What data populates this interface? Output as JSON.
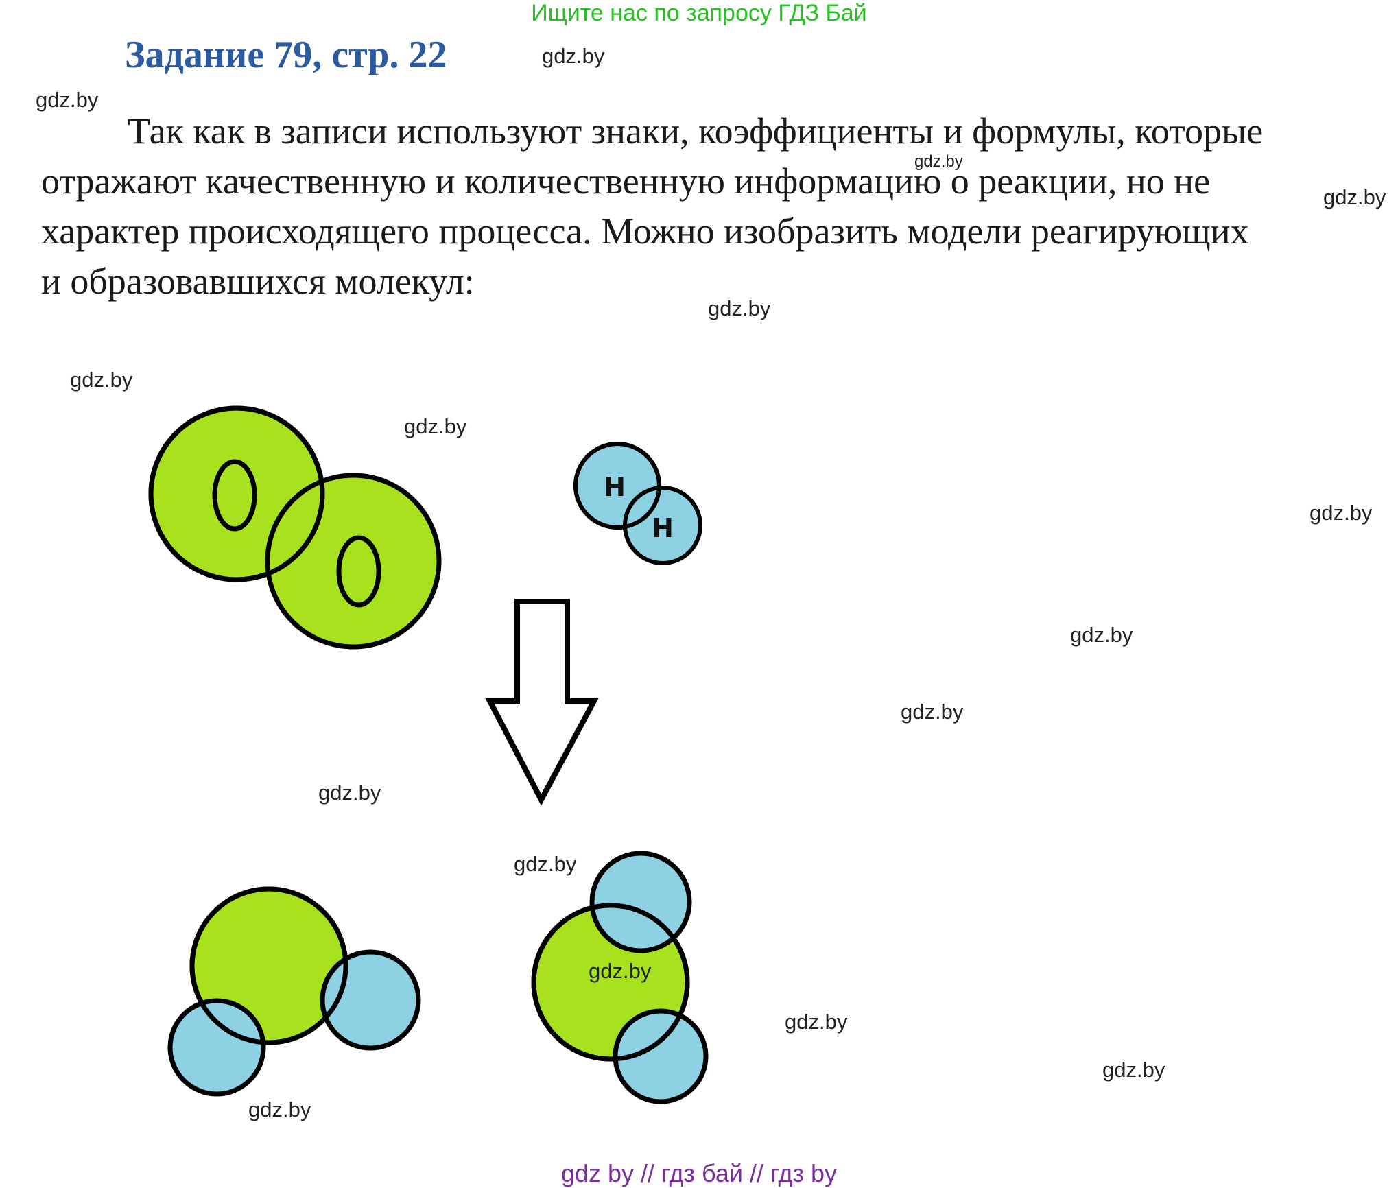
{
  "banner": "Ищите нас по запросу ГДЗ Бай",
  "title": "Задание 79, стр. 22",
  "paragraph_lines": [
    "Так как в записи используют знаки, коэффициенты и формулы, которые",
    "отражают качественную и количественную информацию о реакции, но не",
    "характер происходящего процесса. Можно изобразить модели реагирующих",
    "и образовавшихся молекул:"
  ],
  "watermark": "gdz.by",
  "atom_label_h": "H",
  "footer": "gdz by  //  гдз бай  //  гдз by",
  "colors": {
    "oxygen_fill": "#a8e21e",
    "hydrogen_fill": "#8dd1e3",
    "title": "#2b5aa0",
    "banner": "#22c51e",
    "footer": "#7a2ea0"
  }
}
